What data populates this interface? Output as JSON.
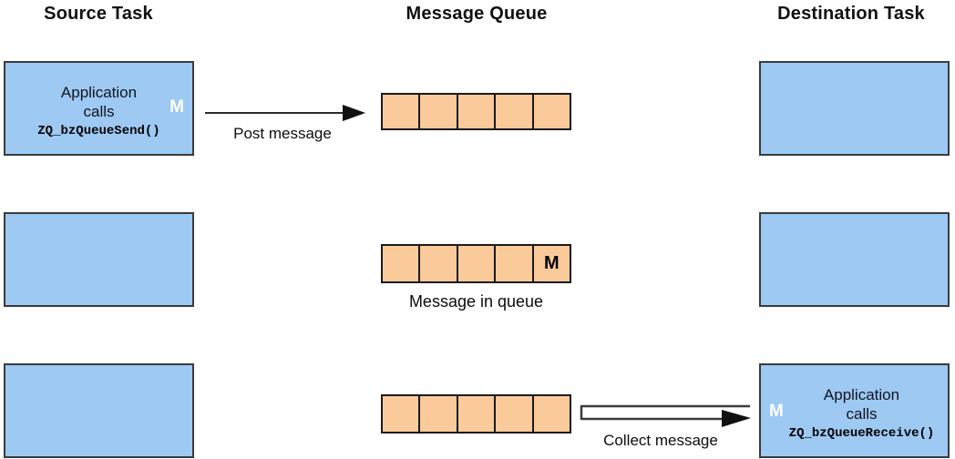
{
  "headers": {
    "source": "Source Task",
    "queue": "Message Queue",
    "destination": "Destination Task"
  },
  "row1": {
    "source_box": {
      "line1": "Application",
      "line2": "calls",
      "code": "ZQ_bzQueueSend()",
      "marker": "M"
    },
    "arrow_label": "Post message",
    "queue_cells": 5
  },
  "row2": {
    "queue_cells": 5,
    "queue_marker": "M",
    "caption": "Message in queue"
  },
  "row3": {
    "queue_cells": 5,
    "arrow_label": "Collect message",
    "dest_box": {
      "line1": "Application",
      "line2": "calls",
      "code": "ZQ_bzQueueReceive()",
      "marker": "M"
    }
  },
  "colors": {
    "task_box_fill": "#9DC9F3",
    "task_box_border": "#3B3B3B",
    "queue_cell_fill": "#FACA9A",
    "queue_cell_border": "#1A1A1A",
    "marker_on_task": "#FFFFFF",
    "marker_in_queue": "#000000"
  }
}
